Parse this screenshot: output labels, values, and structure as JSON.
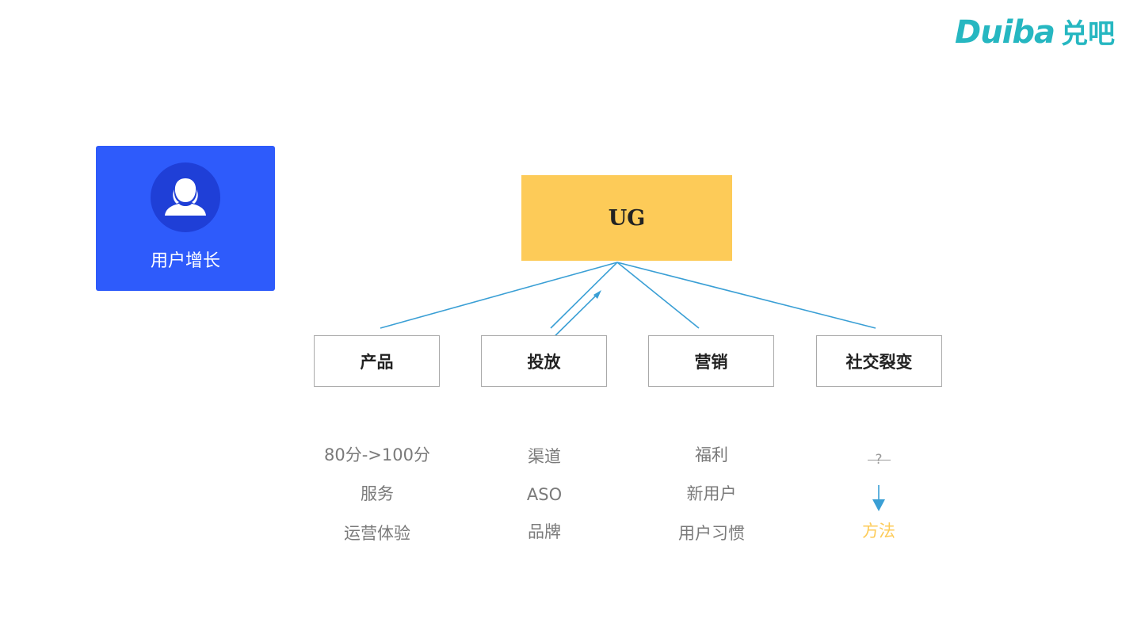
{
  "brand": {
    "logo_latin": "Duiba",
    "logo_cn": "兑吧",
    "color": "#26b7c1"
  },
  "topic_card": {
    "label": "用户增长",
    "icon": "user-avatar-icon",
    "color": "#2e5bfb"
  },
  "root": {
    "label": "UG",
    "color": "#fdcb58"
  },
  "categories": [
    {
      "label": "产品",
      "items": [
        "80分->100分",
        "服务",
        "运营体验"
      ]
    },
    {
      "label": "投放",
      "items": [
        "渠道",
        "ASO",
        "品牌"
      ]
    },
    {
      "label": "营销",
      "items": [
        "福利",
        "新用户",
        "用户习惯"
      ]
    },
    {
      "label": "社交裂变",
      "items": [
        "?",
        "方法"
      ],
      "struck_item": "?",
      "highlight_item": "方法",
      "arrow_icon": "arrow-down-icon"
    }
  ],
  "colors": {
    "connector": "#3a9fd5",
    "text_muted": "#7a7a7a",
    "highlight": "#fdcb58"
  }
}
